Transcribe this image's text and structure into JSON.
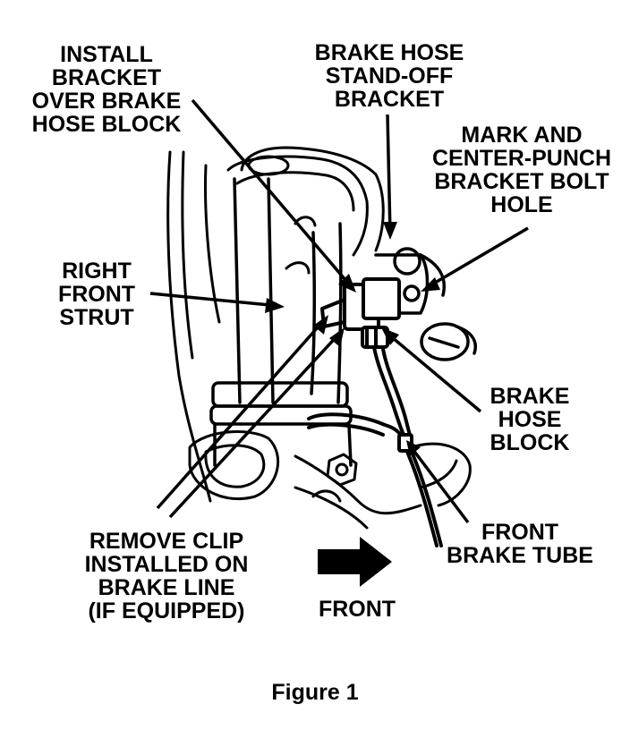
{
  "callouts": {
    "install_bracket": [
      "INSTALL",
      "BRACKET",
      "OVER BRAKE",
      "HOSE BLOCK"
    ],
    "standoff_bracket": [
      "BRAKE HOSE",
      "STAND-OFF",
      "BRACKET"
    ],
    "mark_center_punch": [
      "MARK AND",
      "CENTER-PUNCH",
      "BRACKET BOLT",
      "HOLE"
    ],
    "right_front_strut": [
      "RIGHT",
      "FRONT",
      "STRUT"
    ],
    "brake_hose_block": [
      "BRAKE",
      "HOSE",
      "BLOCK"
    ],
    "remove_clip": [
      "REMOVE CLIP",
      "INSTALLED ON",
      "BRAKE LINE",
      "(IF EQUIPPED)"
    ],
    "front_brake_tube": [
      "FRONT",
      "BRAKE TUBE"
    ],
    "front_direction": "FRONT"
  },
  "figure_caption": "Figure 1",
  "colors": {
    "ink": "#000000",
    "paper": "#ffffff"
  }
}
